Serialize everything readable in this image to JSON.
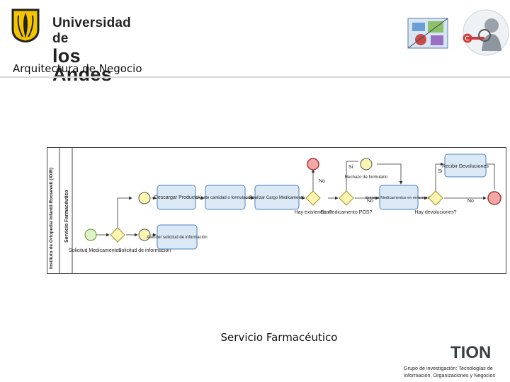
{
  "header": {
    "university_line1": "Universidad de",
    "university_line2": "los Andes"
  },
  "section_title": "Arquitectura de Negocio",
  "diagram": {
    "pool_label": "Instituto de Ortopedia Infantil Roosevelt (IOIR)",
    "lane_label": "Servicio Farmacéutico",
    "tasks": {
      "descargar": "Descargar Producto",
      "ajuste": "Ajuste cantidad o formulación",
      "realizar": "Realizar Cargo Medicamento",
      "entrega": "Entrega Medicamentos en enfermería",
      "recibir": "Recibir Devoluciones",
      "atender": "Atender solicitud de información",
      "rechazo": "Rechazo de formulario"
    },
    "event_labels": {
      "start": "Solicitud Medicamentos",
      "info": "Solicitud de información"
    },
    "gateway_labels": {
      "g1": "Hay existencias?",
      "g2": "Es medicamento POS?",
      "g3": "Hay devoluciones?"
    },
    "flow_labels": {
      "no1": "No",
      "si1": "Si",
      "no2": "No",
      "si2": "Si",
      "no3": "No"
    }
  },
  "caption": "Servicio Farmacéutico",
  "footer": {
    "brand": "TION",
    "group_line1": "Grupo de investigación: Tecnologías de",
    "group_line2": "Información, Organizaciones y Negocios"
  },
  "colors": {
    "task_fill": "#dbe9f6",
    "task_stroke": "#4f81bd",
    "gateway_fill": "#fdf5b0",
    "start_fill": "#dff2c8",
    "end_fill": "#f4a7a7",
    "logo_yellow": "#f2c500"
  }
}
